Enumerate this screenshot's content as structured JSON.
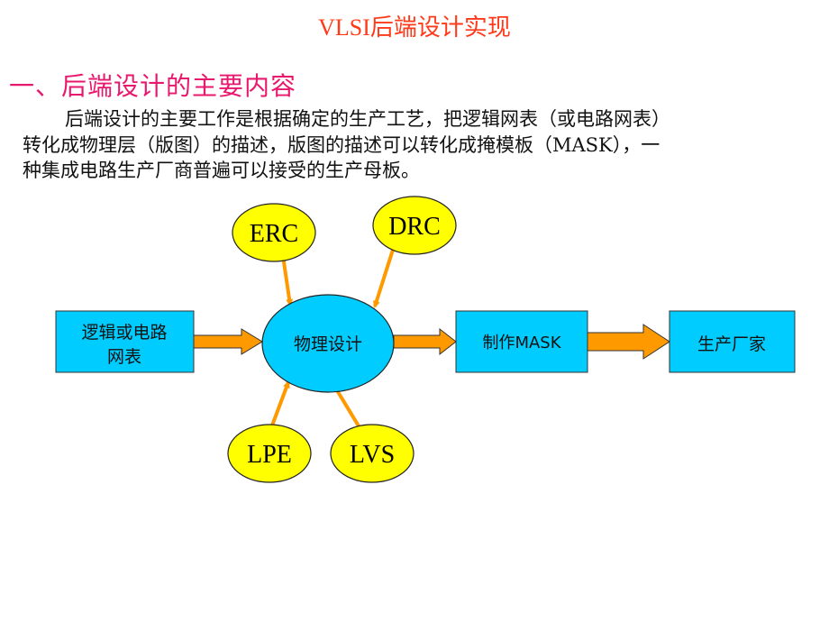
{
  "slide": {
    "title": "VLSI后端设计实现",
    "heading": "一、后端设计的主要内容",
    "paragraph": {
      "line1": "后端设计的主要工作是根据确定的生产工艺，把逻辑网表（或电路网表）",
      "line2": "转化成物理层（版图）的描述，版图的描述可以转化成掩模板（MASK），一",
      "line3": "种集成电路生产厂商普遍可以接受的生产母板。"
    }
  },
  "diagram": {
    "nodes": {
      "netlist": {
        "line1": "逻辑或电路",
        "line2": "网表"
      },
      "physical_design": "物理设计",
      "mask": "制作MASK",
      "fab": "生产厂家",
      "erc": "ERC",
      "drc": "DRC",
      "lpe": "LPE",
      "lvs": "LVS"
    },
    "colors": {
      "box_fill": "#00ccff",
      "check_fill": "#ffff00",
      "arrow": "#ff9900",
      "title": "#ff3a1a",
      "heading": "#e8186e"
    }
  }
}
